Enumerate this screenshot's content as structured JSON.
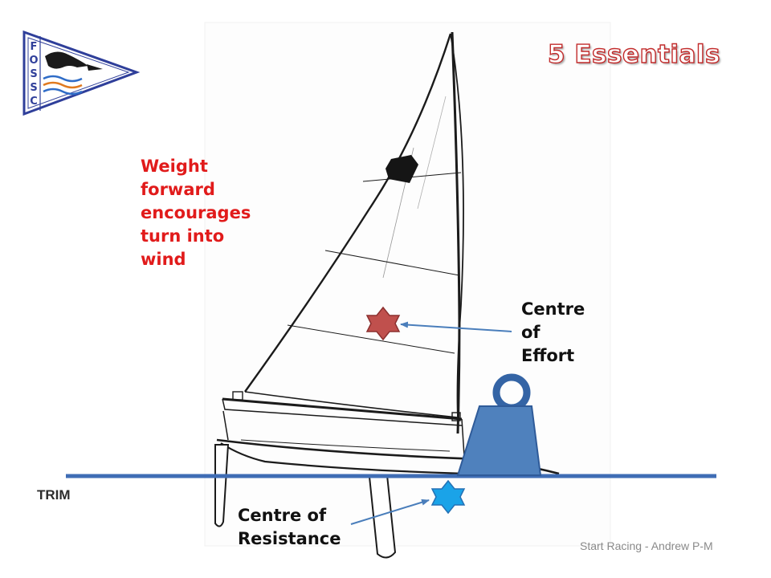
{
  "title": "5 Essentials",
  "logo": {
    "letters": [
      "F",
      "O",
      "S",
      "S",
      "C"
    ]
  },
  "note": {
    "lines": [
      "Weight",
      "forward",
      "encourages",
      "turn into",
      "wind"
    ]
  },
  "labels": {
    "effort": [
      "Centre",
      "of",
      "Effort"
    ],
    "resistance": [
      "Centre of",
      "Resistance"
    ],
    "trim": "TRIM"
  },
  "footer": "Start Racing - Andrew P-M",
  "colors": {
    "accent_red": "#e11b1b",
    "effort_star": "#c0504d",
    "resistance_star": "#1aa3e8",
    "waterline": "#3f6db5",
    "weight": "#4f81bd",
    "arrow": "#4a7ebb"
  }
}
